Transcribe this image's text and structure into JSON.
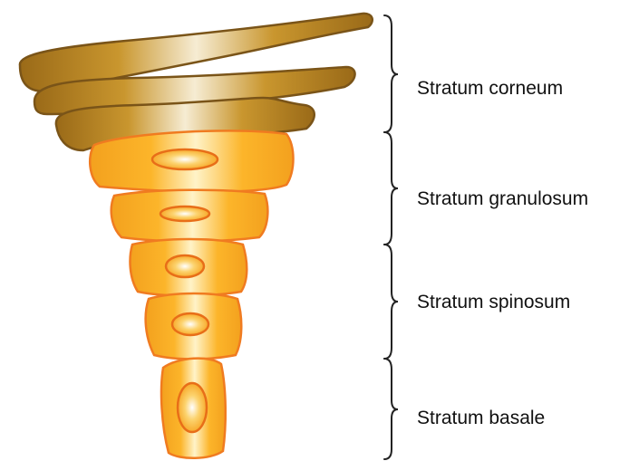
{
  "layers": [
    {
      "name": "Stratum corneum"
    },
    {
      "name": "Stratum granulosum"
    },
    {
      "name": "Stratum spinosum"
    },
    {
      "name": "Stratum basale"
    }
  ],
  "colors": {
    "corneum_light": "#f6ecd3",
    "corneum_mid": "#c9962e",
    "corneum_dark": "#9a6a18",
    "corneum_stroke": "#7a5418",
    "cell_light": "#fff3c8",
    "cell_mid": "#fcb52a",
    "cell_dark": "#f3a11e",
    "cell_stroke": "#f07b20",
    "nucleus_light": "#ffffff",
    "nucleus_mid": "#fcd36e",
    "nucleus_dark": "#f6a21e",
    "nucleus_stroke": "#e86e18",
    "bracket": "#222222",
    "background": "#ffffff"
  }
}
